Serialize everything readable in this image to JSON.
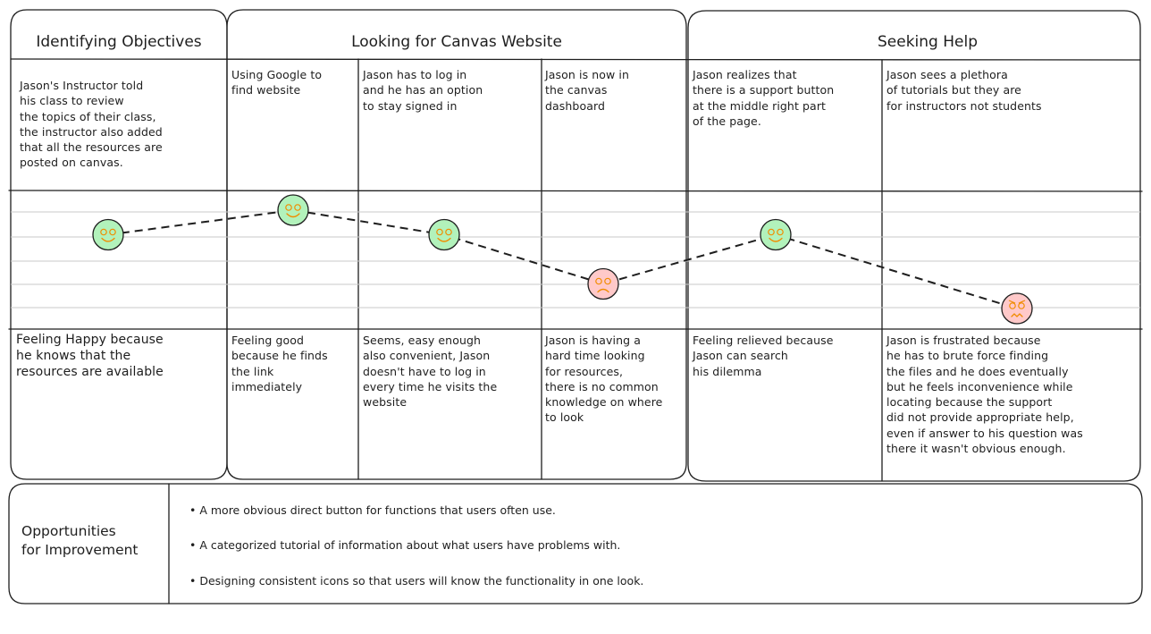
{
  "phases": [
    {
      "title": "Identifying Objectives"
    },
    {
      "title": "Looking for Canvas Website"
    },
    {
      "title": "Seeking Help"
    }
  ],
  "steps": [
    {
      "action": "Jason's Instructor told\nhis class to review\nthe topics of their class,\nthe instructor also added\nthat all the resources are\nposted on canvas.",
      "feeling": "Feeling Happy because\nhe knows that the\nresources are available",
      "emotion": "happy",
      "sentiment": 3
    },
    {
      "action": "Using Google to\nfind website",
      "feeling": "Feeling good\nbecause he finds\nthe link\nimmediately",
      "emotion": "happy",
      "sentiment": 4
    },
    {
      "action": "Jason has to log in\nand he has an option\nto stay signed in",
      "feeling": "Seems, easy enough\nalso convenient, Jason\ndoesn't have to log in\nevery time he visits the\nwebsite",
      "emotion": "happy",
      "sentiment": 3
    },
    {
      "action": "Jason is now in\nthe canvas\ndashboard",
      "feeling": "Jason is having a\nhard time looking\nfor resources,\nthere is no common\nknowledge on where\nto look",
      "emotion": "sad",
      "sentiment": 1
    },
    {
      "action": "Jason realizes that\nthere is a support button\nat the middle right part\nof the page.",
      "feeling": "Feeling relieved because\nJason can search\nhis dilemma",
      "emotion": "happy",
      "sentiment": 3
    },
    {
      "action": "Jason sees a plethora\nof tutorials but they are\nfor instructors not students",
      "feeling": "Jason is frustrated because\nhe has to brute force finding\nthe files and he does eventually\nbut he feels inconvenience while\nlocating because the support\ndid not provide appropriate help,\neven if answer to his question was\nthere it wasn't obvious enough.",
      "emotion": "angry",
      "sentiment": 0
    }
  ],
  "opportunities": {
    "title": "Opportunities\nfor Improvement",
    "items": [
      "• A more obvious direct button for functions that users often use.",
      "• A categorized tutorial of information about what users have problems with.",
      "• Designing consistent icons so that users will know the functionality in one look."
    ]
  },
  "colors": {
    "stroke": "#1e1e1e",
    "grid_line": "#c9c9c9",
    "happy_fill": "#b2f2bb",
    "sad_fill": "#ffc9c9",
    "face_feature": "#f08c00"
  }
}
